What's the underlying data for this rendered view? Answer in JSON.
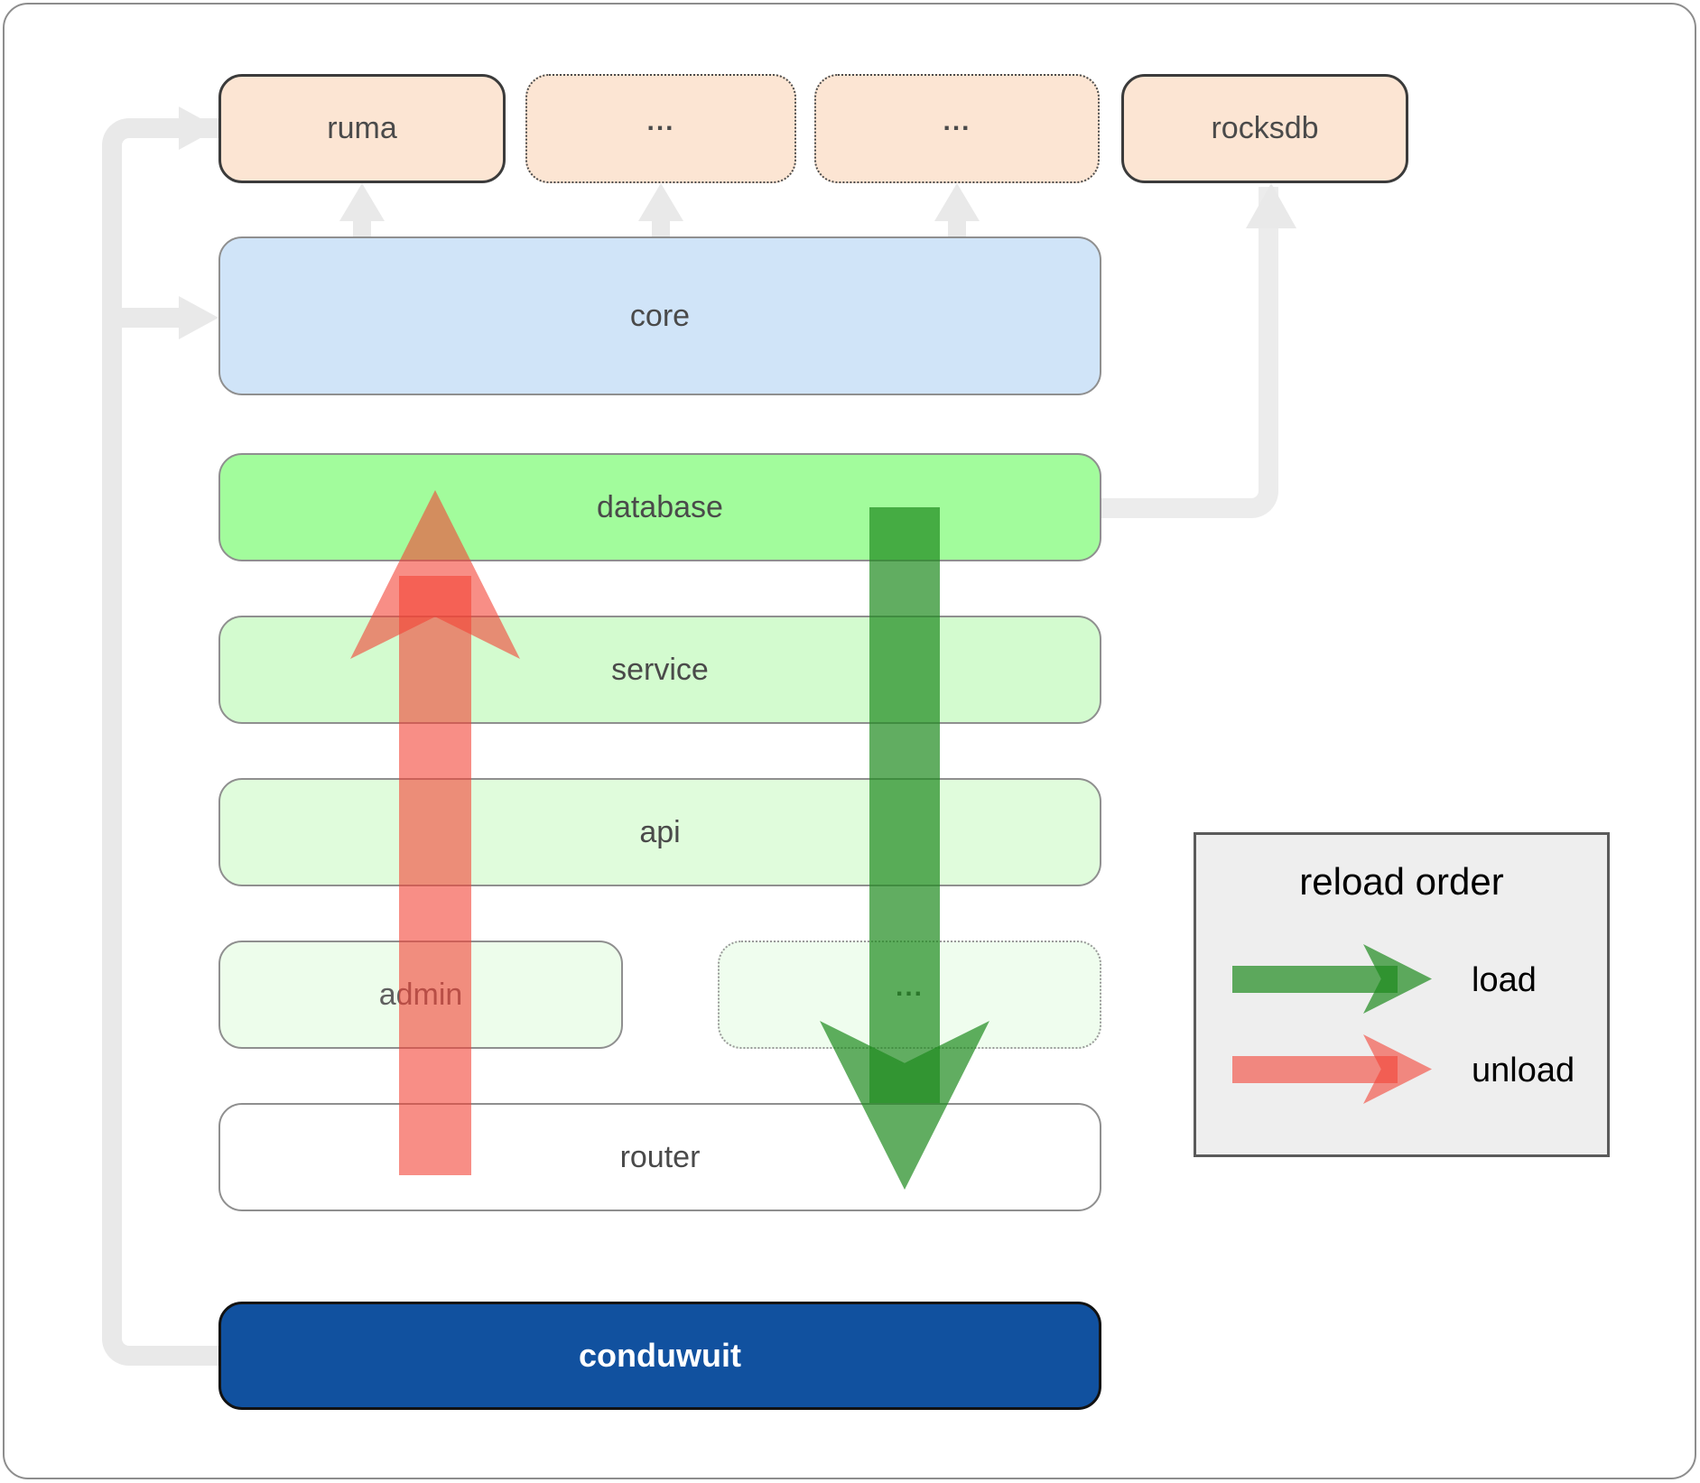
{
  "diagram": {
    "top_row": [
      {
        "id": "ruma",
        "label": "ruma",
        "border_style": "solid"
      },
      {
        "id": "ext1",
        "label": "...",
        "border_style": "dotted"
      },
      {
        "id": "ext2",
        "label": "...",
        "border_style": "dotted"
      },
      {
        "id": "rocksdb",
        "label": "rocksdb",
        "border_style": "solid"
      }
    ],
    "layers": {
      "core": {
        "label": "core"
      },
      "database": {
        "label": "database"
      },
      "service": {
        "label": "service"
      },
      "api": {
        "label": "api"
      },
      "admin": {
        "label": "admin"
      },
      "admin_ext": {
        "label": "..."
      },
      "router": {
        "label": "router"
      },
      "conduwuit": {
        "label": "conduwuit"
      }
    },
    "legend": {
      "title": "reload order",
      "load_label": "load",
      "unload_label": "unload"
    },
    "colors": {
      "peach_box": "#fce5d3",
      "core_box": "#d0e4f8",
      "database_box": "#a2fc9c",
      "service_box": "#d3fbcf",
      "api_box": "#e0fcdc",
      "admin_box": "#edfdeb",
      "router_box": "#ffffff",
      "conduwuit_box": "#11519f",
      "connector_gray": "#e9e9e9",
      "load_arrow_green": "rgba(30,138,30,0.70)",
      "unload_arrow_red": "rgba(244,67,54,0.60)",
      "legend_background": "#eeeeee"
    }
  }
}
